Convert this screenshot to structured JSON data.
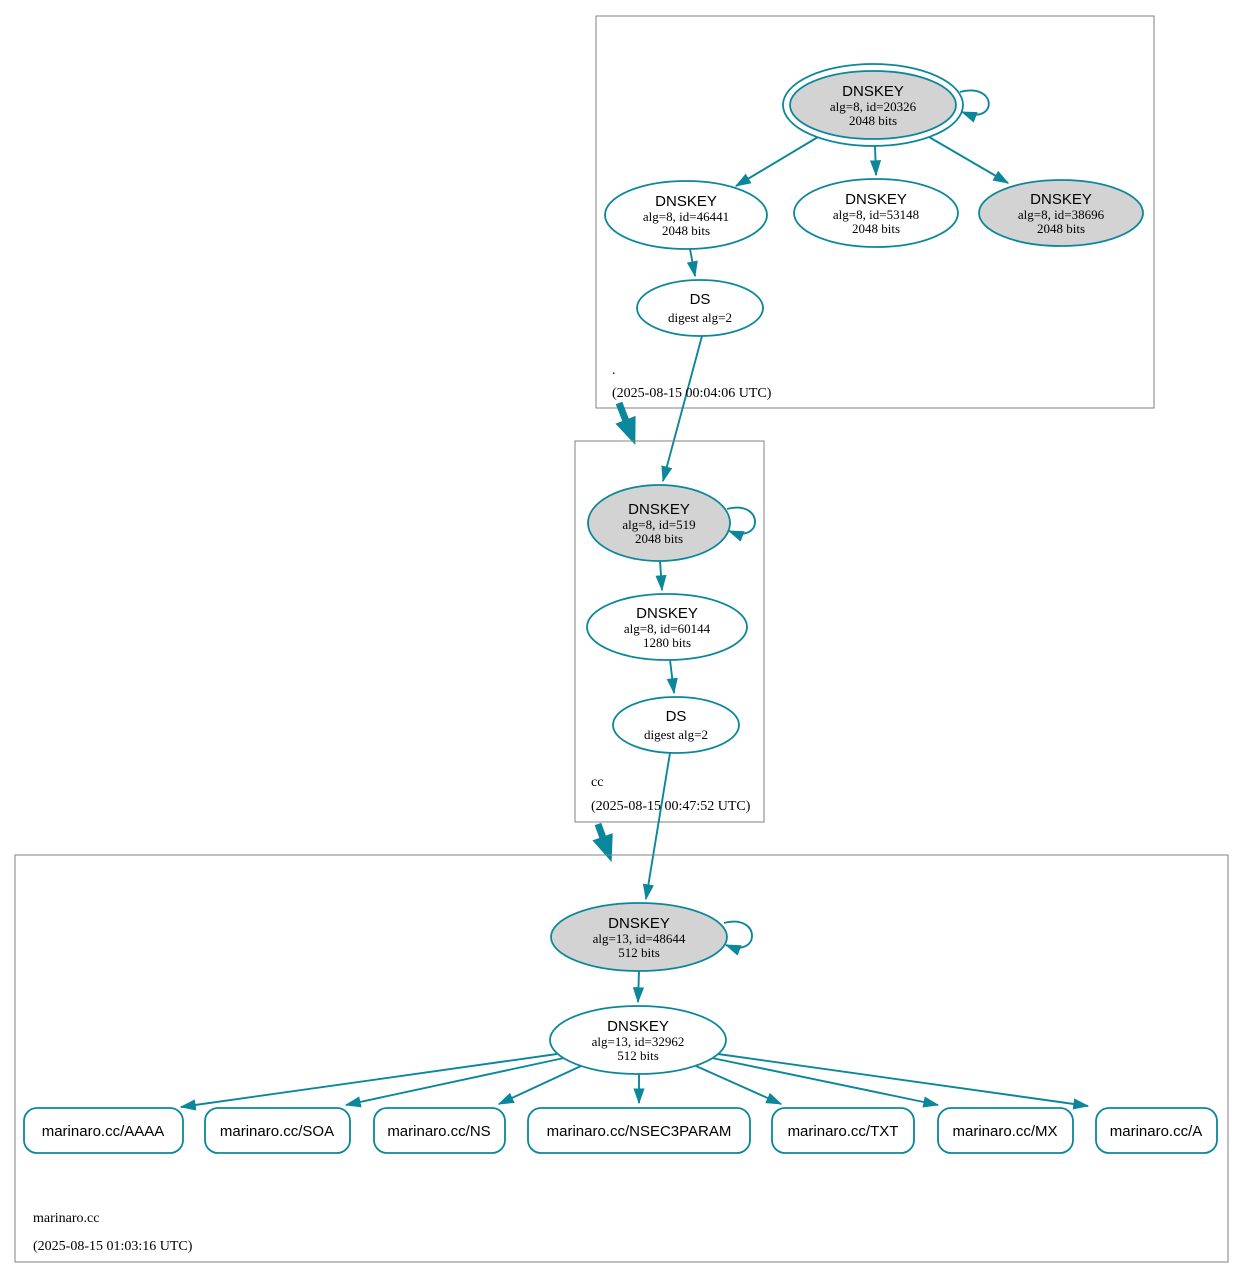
{
  "colors": {
    "edge": "#0a879a",
    "ksk_fill": "#d3d3d3",
    "node_fill": "#ffffff",
    "zone_border": "#808080",
    "text": "#000000",
    "bg": "#ffffff"
  },
  "zones": [
    {
      "name": ".",
      "timestamp": "(2025-08-15 00:04:06 UTC)",
      "nodes": {
        "ksk_20326": {
          "title": "DNSKEY",
          "detail": "alg=8, id=20326",
          "bits": "2048 bits"
        },
        "dnskey_46441": {
          "title": "DNSKEY",
          "detail": "alg=8, id=46441",
          "bits": "2048 bits"
        },
        "dnskey_53148": {
          "title": "DNSKEY",
          "detail": "alg=8, id=53148",
          "bits": "2048 bits"
        },
        "ksk_38696": {
          "title": "DNSKEY",
          "detail": "alg=8, id=38696",
          "bits": "2048 bits"
        },
        "ds": {
          "title": "DS",
          "detail": "digest alg=2"
        }
      }
    },
    {
      "name": "cc",
      "timestamp": "(2025-08-15 00:47:52 UTC)",
      "nodes": {
        "ksk_519": {
          "title": "DNSKEY",
          "detail": "alg=8, id=519",
          "bits": "2048 bits"
        },
        "dnskey_60144": {
          "title": "DNSKEY",
          "detail": "alg=8, id=60144",
          "bits": "1280 bits"
        },
        "ds": {
          "title": "DS",
          "detail": "digest alg=2"
        }
      }
    },
    {
      "name": "marinaro.cc",
      "timestamp": "(2025-08-15 01:03:16 UTC)",
      "nodes": {
        "ksk_48644": {
          "title": "DNSKEY",
          "detail": "alg=13, id=48644",
          "bits": "512 bits"
        },
        "dnskey_32962": {
          "title": "DNSKEY",
          "detail": "alg=13, id=32962",
          "bits": "512 bits"
        }
      },
      "rrsets": [
        {
          "label": "marinaro.cc/AAAA"
        },
        {
          "label": "marinaro.cc/SOA"
        },
        {
          "label": "marinaro.cc/NS"
        },
        {
          "label": "marinaro.cc/NSEC3PARAM"
        },
        {
          "label": "marinaro.cc/TXT"
        },
        {
          "label": "marinaro.cc/MX"
        },
        {
          "label": "marinaro.cc/A"
        }
      ]
    }
  ]
}
